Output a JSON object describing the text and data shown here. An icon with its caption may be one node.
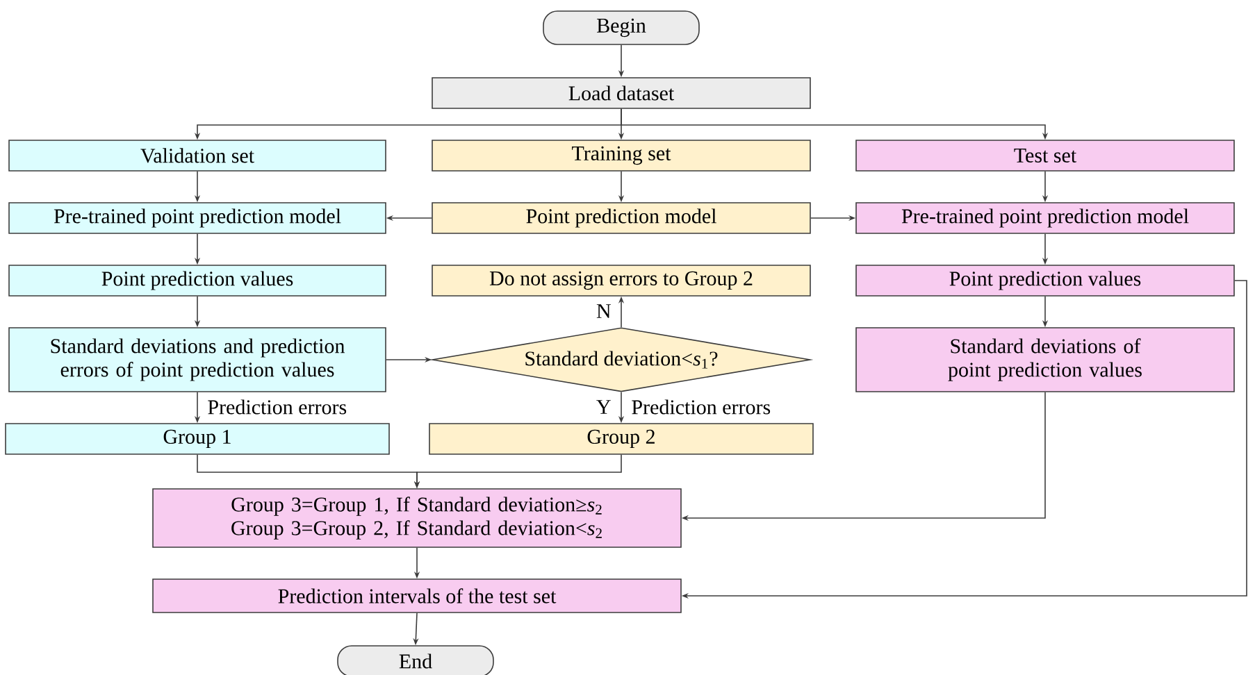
{
  "diagram": {
    "nodes": [
      {
        "text": [
          "Begin"
        ]
      },
      {
        "text": [
          "Load dataset"
        ]
      },
      {
        "text": [
          "Validation set"
        ]
      },
      {
        "text": [
          "Training set"
        ]
      },
      {
        "text": [
          "Test set"
        ]
      },
      {
        "text": [
          "Pre-trained point prediction model"
        ]
      },
      {
        "text": [
          "Point prediction model"
        ]
      },
      {
        "text": [
          "Pre-trained point prediction model"
        ]
      },
      {
        "text": [
          "Point prediction values"
        ]
      },
      {
        "text": [
          "Do not assign errors to Group 2"
        ]
      },
      {
        "text": [
          "Point prediction values"
        ]
      },
      {
        "text": [
          "Standard deviations and prediction errors of point prediction values"
        ]
      },
      {
        "text": [
          "Standard deviation<*s*$_{1}$?"
        ]
      },
      {
        "text": [
          "Standard deviations of point prediction values"
        ]
      },
      {
        "text": [
          "Group 1"
        ]
      },
      {
        "text": [
          "Group 2"
        ]
      },
      {
        "text": [
          "Group 3=Group 1, If Standard deviation≥*s*$_{2}$",
          "Group 3=Group 2, If Standard deviation<*s*$_{2}$"
        ]
      },
      {
        "text": [
          "Prediction intervals of the test set"
        ]
      },
      {
        "text": [
          "End"
        ]
      }
    ],
    "edges": [
      {
        "from": 0,
        "to": 1,
        "arrow": "to"
      },
      {
        "from": 1,
        "to": 2,
        "arrow": "to"
      },
      {
        "from": 1,
        "to": 3,
        "arrow": "to"
      },
      {
        "from": 1,
        "to": 4,
        "arrow": "to"
      },
      {
        "from": 2,
        "to": 5,
        "arrow": "to"
      },
      {
        "from": 3,
        "to": 6,
        "arrow": "to"
      },
      {
        "from": 4,
        "to": 7,
        "arrow": "to"
      },
      {
        "from": 6,
        "to": 5,
        "arrow": "to"
      },
      {
        "from": 6,
        "to": 7,
        "arrow": "to"
      },
      {
        "from": 5,
        "to": 8,
        "arrow": "to"
      },
      {
        "from": 7,
        "to": 10,
        "arrow": "to"
      },
      {
        "from": 8,
        "to": 11,
        "arrow": "to"
      },
      {
        "from": 11,
        "to": 12,
        "arrow": "to"
      },
      {
        "from": 12,
        "to": 9,
        "arrow": "to",
        "label": "N"
      },
      {
        "from": 12,
        "to": 15,
        "arrow": "to",
        "label": "Y"
      },
      {
        "from": 11,
        "to": 14,
        "arrow": "to",
        "label": "Prediction errors"
      },
      {
        "from": 10,
        "to": 17,
        "arrow": "to"
      },
      {
        "from": 13,
        "to": 16,
        "arrow": "to"
      },
      {
        "from": 14,
        "to": 16,
        "arrow": "to"
      },
      {
        "from": 15,
        "to": 16,
        "arrow": "to"
      },
      {
        "from": 16,
        "to": 17,
        "arrow": "to"
      },
      {
        "from": 17,
        "to": 18,
        "arrow": "to"
      },
      {
        "from": 10,
        "to": 13,
        "arrow": "to"
      }
    ],
    "labels": [
      "Prediction errors"
    ]
  }
}
